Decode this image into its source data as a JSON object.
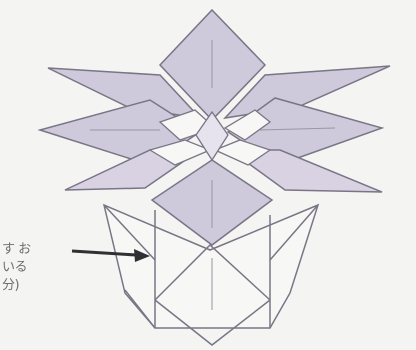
{
  "diagram": {
    "annotation": {
      "lines": [
        "す お",
        "いる",
        "分)"
      ]
    },
    "colors": {
      "background": "#f4f4f2",
      "petal_fill": "#cfc9dc",
      "petal_light": "#e6e2ee",
      "inner_white": "#f7f7f5",
      "stroke": "#7a7585",
      "arrow": "#2f2f34",
      "fold_line": "#9a96a3"
    }
  }
}
